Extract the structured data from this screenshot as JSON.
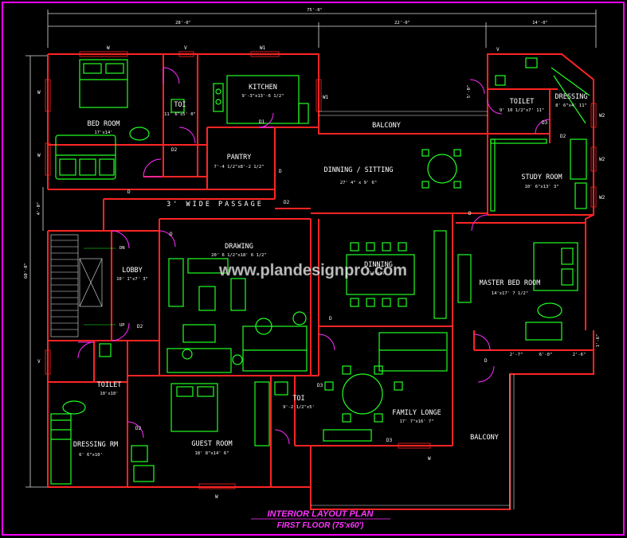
{
  "colors": {
    "background": "#000000",
    "frame": "#ff00ff",
    "wall": "#ff2020",
    "furniture": "#22ff22",
    "door": "#ff00ff",
    "dimension": "#e6e6e6",
    "text": "#ffffff",
    "title": "#ff33ff",
    "watermark": "#ffffff"
  },
  "dimensions": {
    "overall_width": "75'-0\"",
    "seg_left": "28'-0\"",
    "seg_mid": "22'-0\"",
    "seg_right": "14'-0\"",
    "overall_depth": "60'-0\"",
    "side_small": "4'-0\"",
    "balcony_depth": "5'-0\"",
    "master_balcony_a": "2'-7\"",
    "master_balcony_b": "6'-0\"",
    "master_balcony_c": "2'-6\"",
    "master_side": "1'-6\""
  },
  "rooms": {
    "bedroom": {
      "name": "BED ROOM",
      "size": "17'x14'"
    },
    "toilet_top": {
      "name": "TOI",
      "size": "11' 6\"x5' 0\""
    },
    "kitchen": {
      "name": "KITCHEN",
      "size": "9'-3\"x13'-6 1/2\""
    },
    "pantry": {
      "name": "PANTRY",
      "size": "7'-4 1/2\"x8'-2 1/2\""
    },
    "balcony_top": {
      "name": "BALCONY"
    },
    "toilet_right": {
      "name": "TOILET",
      "size": "9' 10 1/2\"x7' 11\""
    },
    "dressing_right": {
      "name": "DRESSING",
      "size": "8' 6\"x4' 11\""
    },
    "study": {
      "name": "STUDY ROOM",
      "size": "10' 6\"x13' 3\""
    },
    "dining_sitting": {
      "name": "DINNING / SITTING",
      "size": "27' 4\" x 9' 6\""
    },
    "passage": {
      "name": "3' WIDE PASSAGE"
    },
    "drawing": {
      "name": "DRAWING",
      "size": "20' 6 1/2\"x18' 6 1/2\""
    },
    "dining": {
      "name": "DINNING",
      "size": "14'x17'"
    },
    "lobby": {
      "name": "LOBBY",
      "size": "10' 1\"x7' 3\""
    },
    "master_bed": {
      "name": "MASTER BED ROOM",
      "size": "14'x17' 7 1/2\""
    },
    "toilet_left": {
      "name": "TOILET",
      "size": "10'x10'"
    },
    "dressing_left": {
      "name": "DRESSING RM",
      "size": "6' 6\"x10'"
    },
    "guest": {
      "name": "GUEST ROOM",
      "size": "18' 8\"x14' 6\""
    },
    "toilet_mid": {
      "name": "TOI",
      "size": "9'-2 1/2\"x5'"
    },
    "family": {
      "name": "FAMILY LONGE",
      "size": "17' 7\"x16' 7\""
    },
    "balcony_bottom": {
      "name": "BALCONY"
    }
  },
  "stair": {
    "dn": "DN",
    "up": "UP"
  },
  "markers": {
    "w": "W",
    "w1": "W1",
    "w2": "W2",
    "v": "V",
    "d": "D",
    "d1": "D1",
    "d2": "D2",
    "d3": "D3"
  },
  "watermark": "www.plandesignpro.com",
  "title": {
    "main": "INTERIOR LAYOUT PLAN",
    "sub": "FIRST FLOOR (75'x60')"
  }
}
